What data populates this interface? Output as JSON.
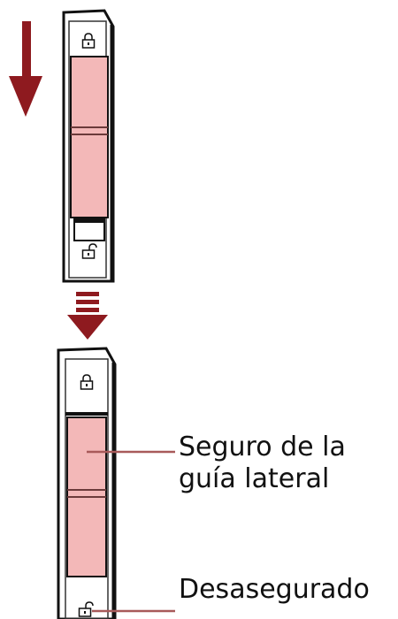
{
  "labels": {
    "side_guide_lock": [
      "Seguro de la",
      "guía lateral"
    ],
    "unlocked": "Desasegurado"
  },
  "icons": {
    "direction_arrow": "down-arrow-icon",
    "transition_arrow": "dashed-down-arrow-icon",
    "locked_state": "padlock-closed-icon",
    "unlocked_state": "padlock-open-icon"
  },
  "colors": {
    "slider_fill": "#f3b8b8",
    "arrow": "#8e1a1f",
    "outline": "#111111",
    "callout_line": "#a85a5a"
  }
}
